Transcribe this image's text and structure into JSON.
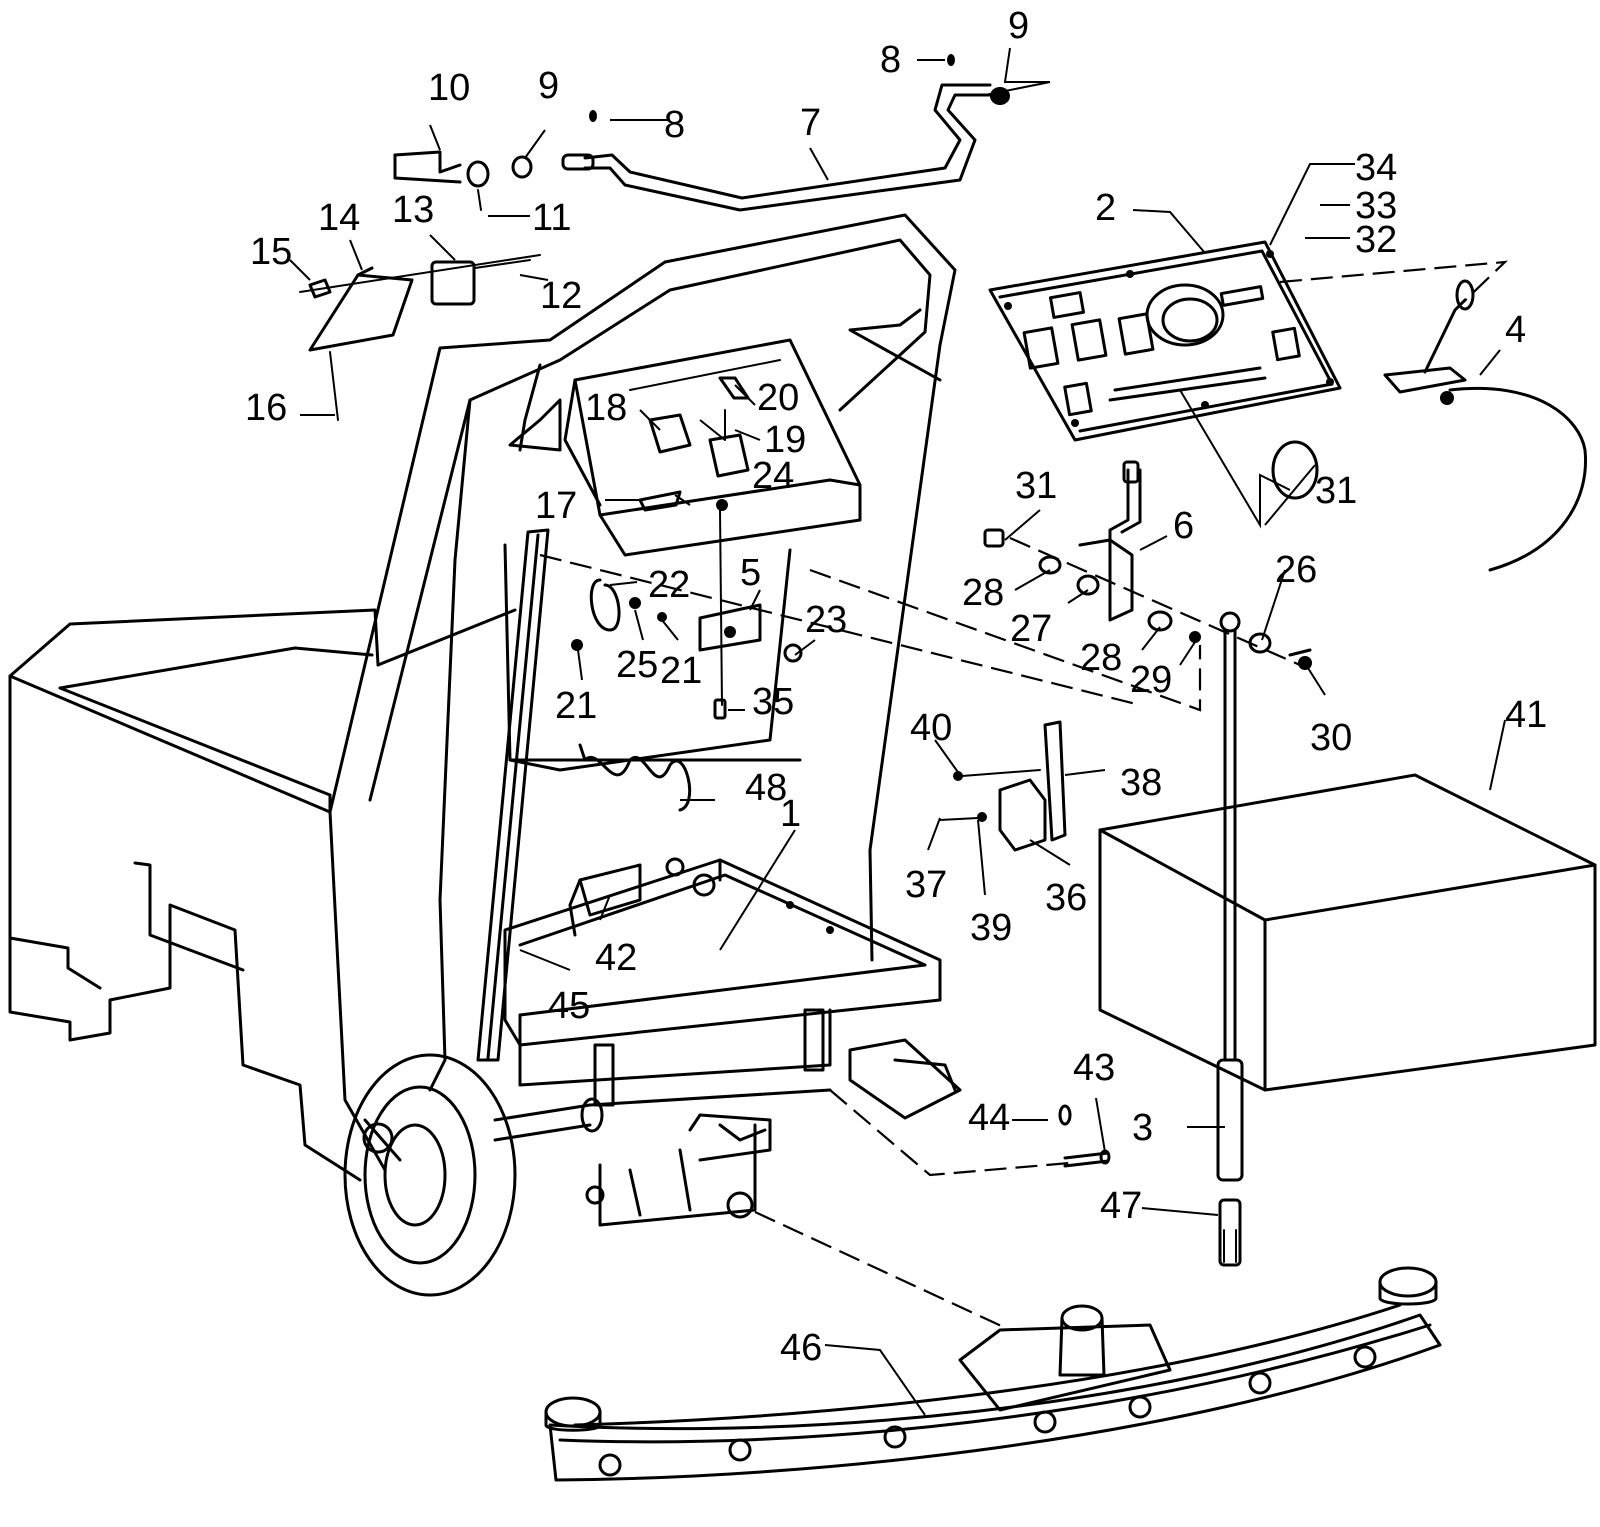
{
  "diagram": {
    "callouts": [
      {
        "id": "c1",
        "text": "1"
      },
      {
        "id": "c2",
        "text": "2"
      },
      {
        "id": "c3",
        "text": "3"
      },
      {
        "id": "c4",
        "text": "4"
      },
      {
        "id": "c5",
        "text": "5"
      },
      {
        "id": "c6",
        "text": "6"
      },
      {
        "id": "c7",
        "text": "7"
      },
      {
        "id": "c8a",
        "text": "8"
      },
      {
        "id": "c8b",
        "text": "8"
      },
      {
        "id": "c9a",
        "text": "9"
      },
      {
        "id": "c9b",
        "text": "9"
      },
      {
        "id": "c10",
        "text": "10"
      },
      {
        "id": "c11",
        "text": "11"
      },
      {
        "id": "c12",
        "text": "12"
      },
      {
        "id": "c13",
        "text": "13"
      },
      {
        "id": "c14",
        "text": "14"
      },
      {
        "id": "c15",
        "text": "15"
      },
      {
        "id": "c16",
        "text": "16"
      },
      {
        "id": "c17",
        "text": "17"
      },
      {
        "id": "c18",
        "text": "18"
      },
      {
        "id": "c19",
        "text": "19"
      },
      {
        "id": "c20",
        "text": "20"
      },
      {
        "id": "c21a",
        "text": "21"
      },
      {
        "id": "c21b",
        "text": "21"
      },
      {
        "id": "c22",
        "text": "22"
      },
      {
        "id": "c23",
        "text": "23"
      },
      {
        "id": "c24",
        "text": "24"
      },
      {
        "id": "c25",
        "text": "25"
      },
      {
        "id": "c26",
        "text": "26"
      },
      {
        "id": "c27",
        "text": "27"
      },
      {
        "id": "c28a",
        "text": "28"
      },
      {
        "id": "c28b",
        "text": "28"
      },
      {
        "id": "c29",
        "text": "29"
      },
      {
        "id": "c30",
        "text": "30"
      },
      {
        "id": "c31a",
        "text": "31"
      },
      {
        "id": "c31b",
        "text": "31"
      },
      {
        "id": "c32",
        "text": "32"
      },
      {
        "id": "c33",
        "text": "33"
      },
      {
        "id": "c34",
        "text": "34"
      },
      {
        "id": "c35",
        "text": "35"
      },
      {
        "id": "c36",
        "text": "36"
      },
      {
        "id": "c37",
        "text": "37"
      },
      {
        "id": "c38",
        "text": "38"
      },
      {
        "id": "c39",
        "text": "39"
      },
      {
        "id": "c40",
        "text": "40"
      },
      {
        "id": "c41",
        "text": "41"
      },
      {
        "id": "c42",
        "text": "42"
      },
      {
        "id": "c43",
        "text": "43"
      },
      {
        "id": "c44",
        "text": "44"
      },
      {
        "id": "c45",
        "text": "45"
      },
      {
        "id": "c46",
        "text": "46"
      },
      {
        "id": "c47",
        "text": "47"
      },
      {
        "id": "c48",
        "text": "48"
      }
    ]
  }
}
